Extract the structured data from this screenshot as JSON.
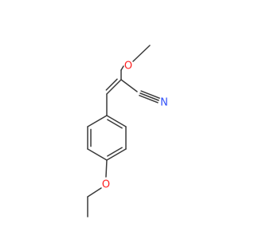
{
  "molecule": {
    "atoms": [
      {
        "id": "a1",
        "element": "O",
        "label": "O",
        "color": "#ff2020"
      },
      {
        "id": "a2",
        "element": "N",
        "label": "N",
        "color": "#3050f8"
      },
      {
        "id": "a3",
        "element": "O",
        "label": "O",
        "color": "#ff2020"
      }
    ],
    "bond_color": "#3a3a3a",
    "bonds": [
      {
        "id": "b1",
        "order": 1
      },
      {
        "id": "b2",
        "order": 1
      },
      {
        "id": "b3",
        "order": 1
      },
      {
        "id": "b4",
        "order": 1
      },
      {
        "id": "b5",
        "order": 2
      },
      {
        "id": "b6",
        "order": 1
      },
      {
        "id": "b7",
        "order": 3
      },
      {
        "id": "b8",
        "order": 1
      },
      {
        "id": "b9",
        "order": 2
      },
      {
        "id": "b10",
        "order": 1
      },
      {
        "id": "b11",
        "order": 2
      },
      {
        "id": "b12",
        "order": 1
      },
      {
        "id": "b13",
        "order": 2
      },
      {
        "id": "b14",
        "order": 1
      },
      {
        "id": "b15",
        "order": 1
      },
      {
        "id": "b16",
        "order": 1
      },
      {
        "id": "b17",
        "order": 1
      }
    ]
  }
}
